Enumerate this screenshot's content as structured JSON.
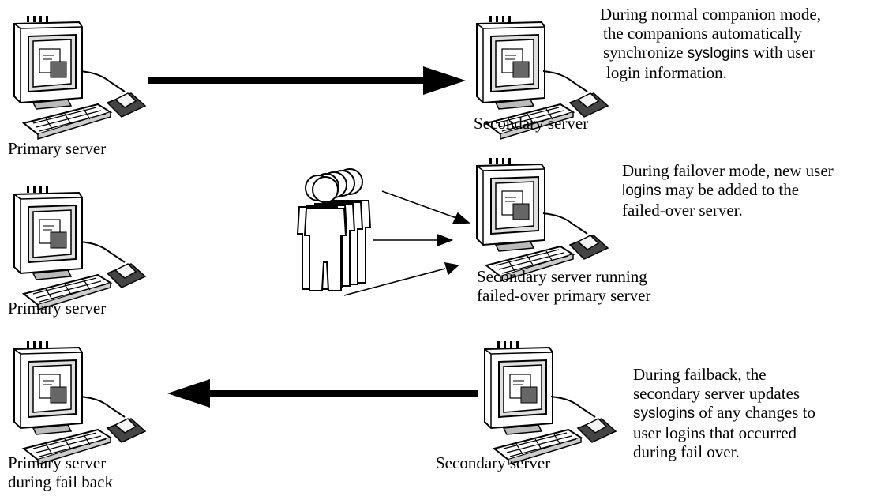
{
  "rows": [
    {
      "left_label": [
        "Primary server"
      ],
      "right_label": [
        "Secondary server"
      ],
      "note": [
        [
          {
            "t": "During normal companion mode,"
          }
        ],
        [
          {
            "t": "the companions automatically"
          }
        ],
        [
          {
            "t": "synchronize "
          },
          {
            "t": "syslogins",
            "code": true
          },
          {
            "t": " with user"
          }
        ],
        [
          {
            "t": "login information."
          }
        ]
      ]
    },
    {
      "left_label": [
        "Primary server"
      ],
      "right_label": [
        "Secondary server running",
        "failed-over primary server"
      ],
      "note": [
        [
          {
            "t": "During failover mode, new user"
          }
        ],
        [
          {
            "t": "logins",
            "code": true
          },
          {
            "t": " may be added to the"
          }
        ],
        [
          {
            "t": "failed-over server."
          }
        ]
      ]
    },
    {
      "left_label": [
        "Primary server",
        "during fail back"
      ],
      "right_label": [
        "Secondary server"
      ],
      "note": [
        [
          {
            "t": "During failback, the"
          }
        ],
        [
          {
            "t": "secondary server updates"
          }
        ],
        [
          {
            "t": "syslogins",
            "code": true
          },
          {
            "t": " of any changes to"
          }
        ],
        [
          {
            "t": "user logins that occurred"
          }
        ],
        [
          {
            "t": "during fail over."
          }
        ]
      ]
    }
  ]
}
